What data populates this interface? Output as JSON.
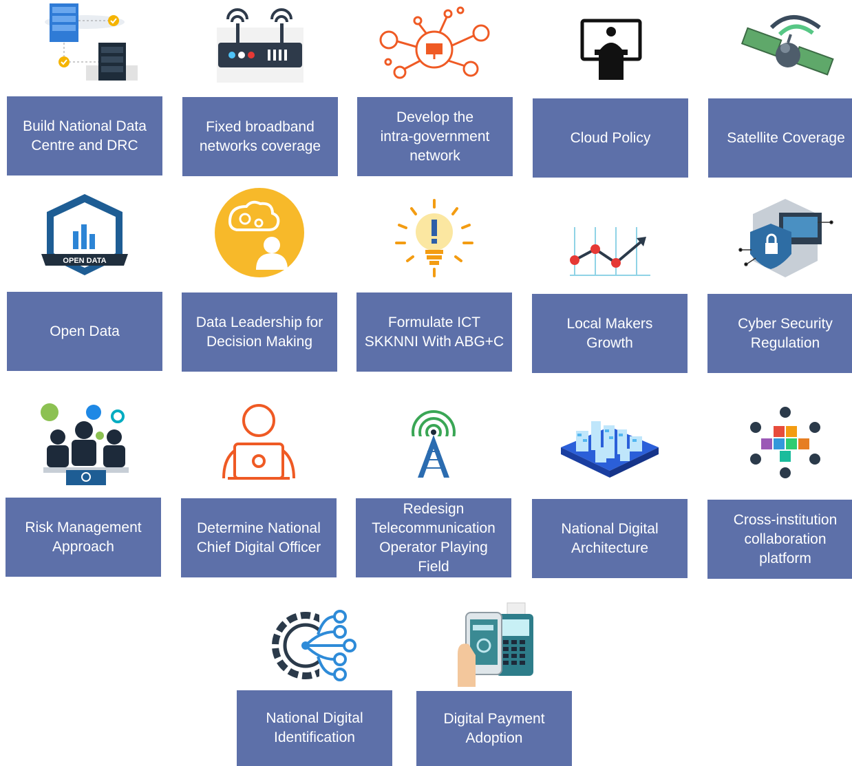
{
  "tiles": [
    {
      "label": "Build National Data\nCentre and DRC"
    },
    {
      "label": "Fixed broadband\nnetworks coverage"
    },
    {
      "label": "Develop the\nintra-government\nnetwork"
    },
    {
      "label": "Cloud Policy"
    },
    {
      "label": "Satellite Coverage"
    },
    {
      "label": "Open Data"
    },
    {
      "label": "Data Leadership for\nDecision Making"
    },
    {
      "label": "Formulate ICT\nSKKNNI With ABG+C"
    },
    {
      "label": "Local Makers\nGrowth"
    },
    {
      "label": "Cyber Security\nRegulation"
    },
    {
      "label": "Risk Management\nApproach"
    },
    {
      "label": "Determine National\nChief Digital Officer"
    },
    {
      "label": "Redesign\nTelecommunication\nOperator Playing\nField"
    },
    {
      "label": "National Digital\nArchitecture"
    },
    {
      "label": "Cross-institution\ncollaboration\nplatform"
    },
    {
      "label": "National Digital\nIdentification"
    },
    {
      "label": "Digital Payment\nAdoption"
    }
  ],
  "open_data_badge": "OPEN DATA",
  "colors": {
    "tile": "#5d70a9",
    "orange": "#ef5a24",
    "yellow": "#f7b92a",
    "navy": "#1f3a5f",
    "green": "#4caf50"
  }
}
